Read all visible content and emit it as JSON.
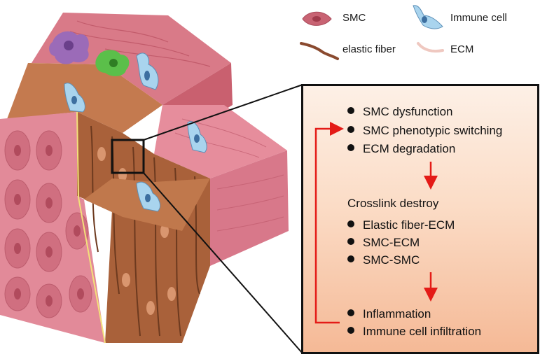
{
  "legend": {
    "smc": "SMC",
    "immune_cell": "Immune cell",
    "elastic_fiber": "elastic fiber",
    "ecm": "ECM"
  },
  "panel": {
    "group1": [
      "SMC dysfunction",
      "SMC phenotypic switching",
      "ECM degradation"
    ],
    "crosslink_heading": "Crosslink destroy",
    "group2": [
      "Elastic fiber-ECM",
      "SMC-ECM",
      "SMC-SMC"
    ],
    "group3": [
      "Inflammation",
      "Immune cell infiltration"
    ]
  },
  "colors": {
    "arrow": "#e41b17",
    "smc": "#c86373",
    "immune_cell": "#a9d4ee",
    "elastic_fiber": "#8a4a2f",
    "ecm": "#efc8c0",
    "tissue_pink": "#e68d9c",
    "media_brown": "#a9613a"
  }
}
